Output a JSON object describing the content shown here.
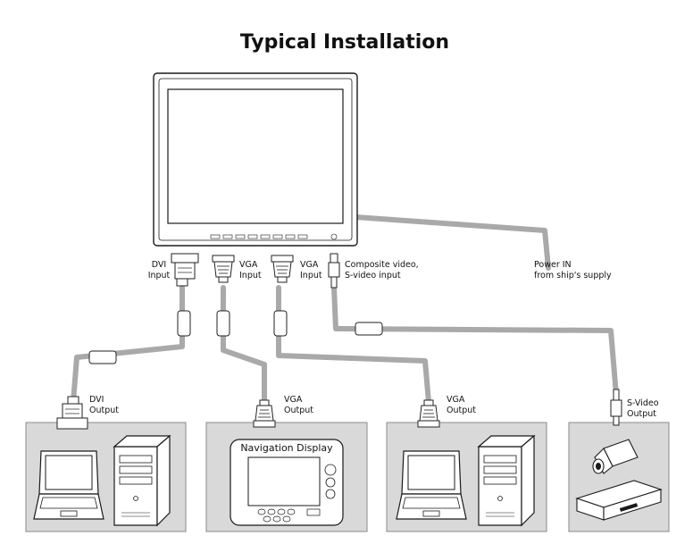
{
  "title": "Typical Installation",
  "labels": {
    "dvi_input": [
      "DVI",
      "Input"
    ],
    "vga_input_1": [
      "VGA",
      "Input"
    ],
    "vga_input_2": [
      "VGA",
      "Input"
    ],
    "composite_input": [
      "Composite video,",
      "S-video input"
    ],
    "power": [
      "Power IN",
      "from ship's supply"
    ],
    "dvi_output": [
      "DVI",
      "Output"
    ],
    "vga_output_1": [
      "VGA",
      "Output"
    ],
    "vga_output_2": [
      "VGA",
      "Output"
    ],
    "svideo_output": [
      "S-Video",
      "Output"
    ],
    "navigation_display": "Navigation Display"
  },
  "colors": {
    "cable": "#a9a9a9",
    "source_box_fill": "#d9d9d9",
    "source_box_stroke": "#8a8a8a",
    "device_stroke": "#1a1a1a"
  },
  "icons": [
    "monitor-icon",
    "dvi-connector-icon",
    "vga-connector-icon",
    "rca-plug-icon",
    "ferrite-choke-icon",
    "laptop-icon",
    "pc-tower-icon",
    "navigation-display-icon",
    "camera-icon",
    "dvd-player-icon"
  ]
}
